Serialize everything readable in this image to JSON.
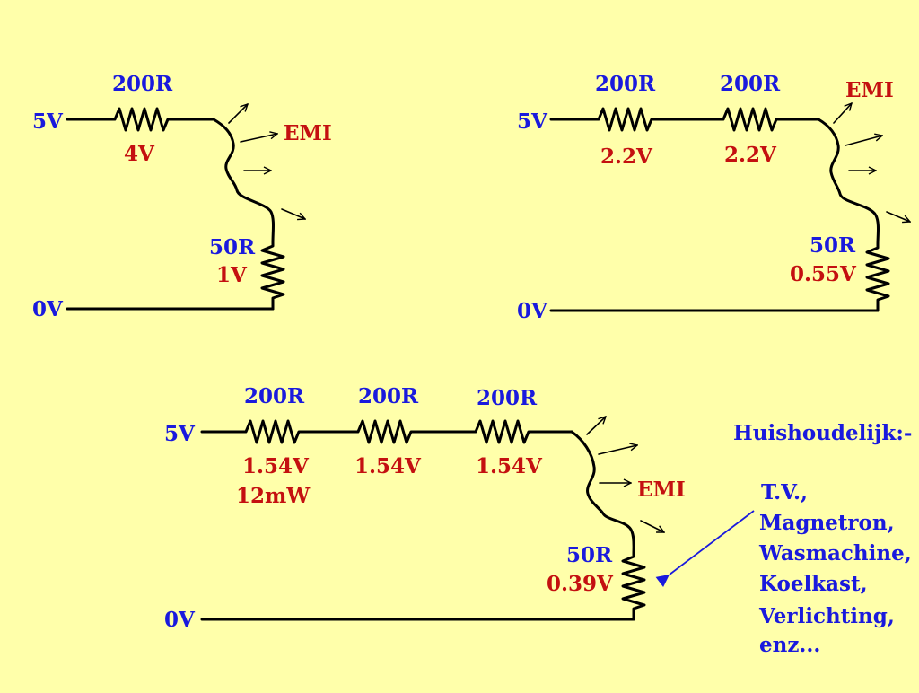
{
  "colors": {
    "background": "#FFFFAA",
    "supply_label": "#1A1ADD",
    "value_label": "#C41010",
    "wire": "#000000"
  },
  "circuit_1": {
    "supply": "5V",
    "ground": "0V",
    "r1": {
      "name": "200R",
      "voltage": "4V"
    },
    "load": {
      "name": "50R",
      "voltage": "1V"
    },
    "emi": "EMI"
  },
  "circuit_2": {
    "supply": "5V",
    "ground": "0V",
    "r1": {
      "name": "200R",
      "voltage": "2.2V"
    },
    "r2": {
      "name": "200R",
      "voltage": "2.2V"
    },
    "load": {
      "name": "50R",
      "voltage": "0.55V"
    },
    "emi": "EMI"
  },
  "circuit_3": {
    "supply": "5V",
    "ground": "0V",
    "r1": {
      "name": "200R",
      "voltage": "1.54V",
      "power": "12mW"
    },
    "r2": {
      "name": "200R",
      "voltage": "1.54V"
    },
    "r3": {
      "name": "200R",
      "voltage": "1.54V"
    },
    "load": {
      "name": "50R",
      "voltage": "0.39V"
    },
    "emi": "EMI"
  },
  "household": {
    "title": "Huishoudelijk:-",
    "items": [
      "T.V.,",
      "Magnetron,",
      "Wasmachine,",
      "Koelkast,",
      "Verlichting,",
      "enz..."
    ]
  }
}
